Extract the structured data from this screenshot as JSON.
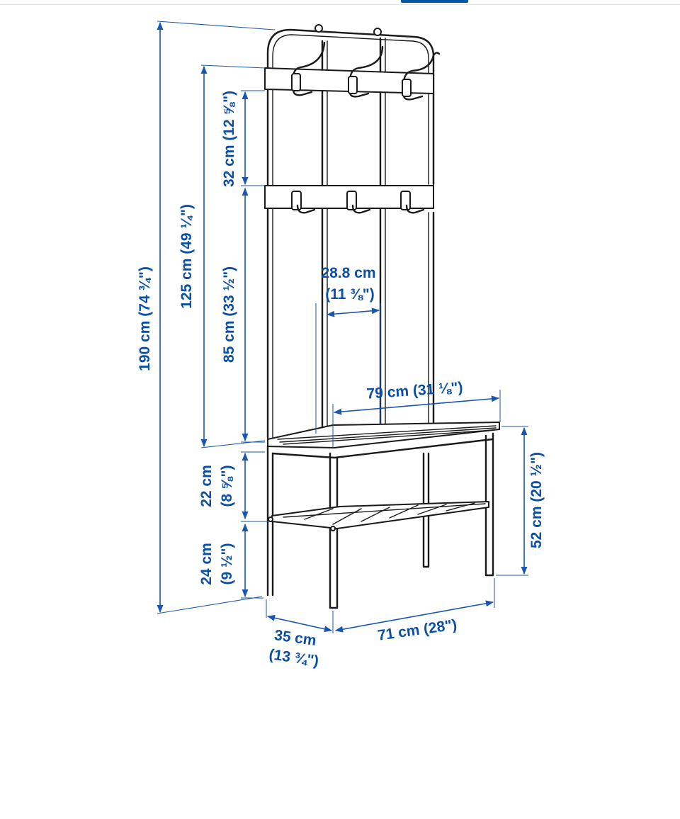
{
  "dimensions": {
    "total_height": "190 cm (74 ¾\")",
    "hook_height": "125 cm (49 ¼\")",
    "hook_spacing_vertical": "32 cm (12 ⅝\")",
    "hook_to_bench": "85 cm (33 ½\")",
    "bench_to_shelf": "22 cm",
    "bench_to_shelf_in": "(8 ⅝\")",
    "shelf_height": "24 cm",
    "shelf_height_in": "(9 ½\")",
    "hook_spacing_horizontal": "28.8 cm",
    "hook_spacing_horizontal_in": "(11 ⅜\")",
    "bench_width": "79 cm (31 ⅛\")",
    "bench_height": "52 cm (20 ½\")",
    "depth": "35 cm",
    "depth_in": "(13 ¾\")",
    "base_width": "71 cm (28\")"
  },
  "colors": {
    "dimension": "#0b4fa5",
    "drawing": "#1a1a1a",
    "background": "#ffffff"
  }
}
